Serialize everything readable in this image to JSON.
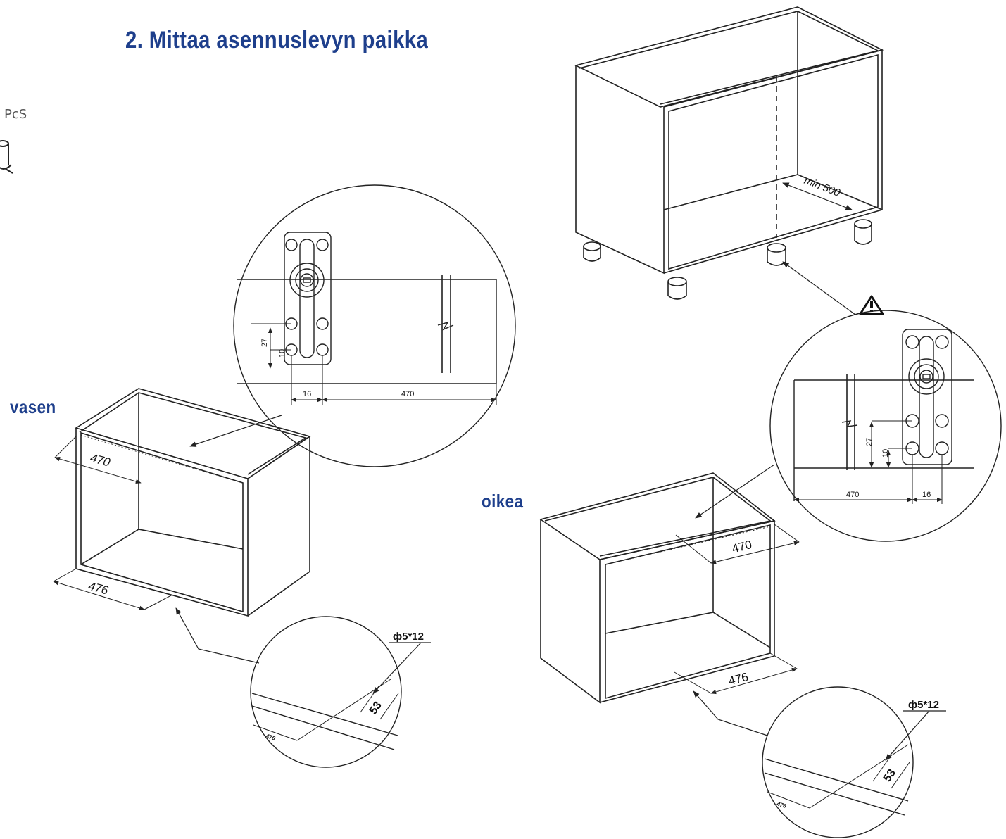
{
  "title": "2. Mittaa asennuslevyn paikka",
  "pcs_label": "PcS",
  "labels": {
    "left": "vasen",
    "right": "oikea"
  },
  "dimensions": {
    "min_depth": "min 500",
    "plate_offset": "470",
    "hole_spacing": "16",
    "hole_height_upper": "27",
    "hole_height_lower": "10",
    "depth_top": "470",
    "depth_bottom": "476",
    "hole_spec": "ф5*12",
    "hole_distance": "53",
    "bottom_detail_depth": "476"
  },
  "icons": [
    "warning-icon",
    "leg-icon"
  ],
  "colors": {
    "heading": "#1e3f8c",
    "line": "#222222"
  }
}
